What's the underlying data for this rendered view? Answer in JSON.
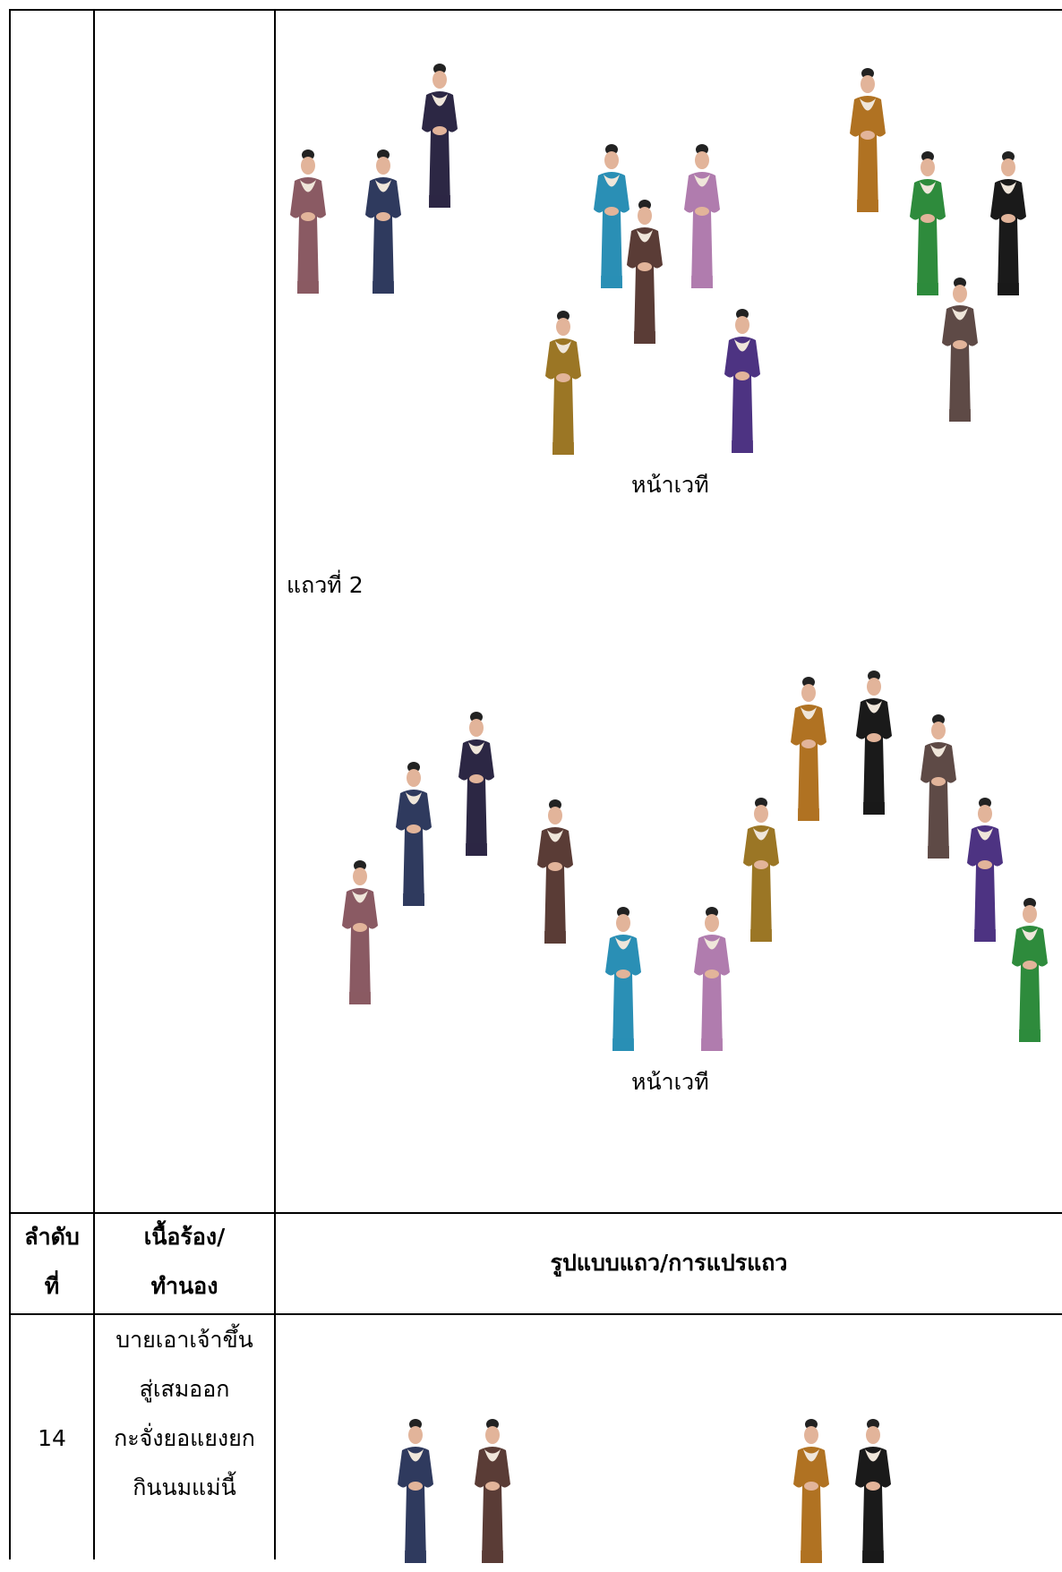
{
  "row_top": {
    "formation_1": {
      "stage_label": "หน้าเวที"
    },
    "row2_label": "แถวที่ 2",
    "formation_2": {
      "stage_label": "หน้าเวที"
    }
  },
  "header": {
    "col_order_line1": "ลำดับ",
    "col_order_line2": "ที่",
    "col_lyrics_line1": "เนื้อร้อง/",
    "col_lyrics_line2": "ทำนอง",
    "col_formation": "รูปแบบแถว/การแปรแถว"
  },
  "row_14": {
    "number": "14",
    "lyrics": [
      "บายเอาเจ้าขึ้น",
      "สู่เสมออก",
      "กะจั่งยอแยงยก",
      "กินนมแม่นี้"
    ]
  },
  "dancer_palette": {
    "rose": "#8a5a63",
    "navy": "#2f3a5e",
    "deep_navy": "#2c2744",
    "teal": "#2a8fb5",
    "brown": "#5a3c36",
    "lilac": "#b07cae",
    "ochre": "#9b7625",
    "purple": "#4d3382",
    "orange": "#b07222",
    "green": "#2e8b3c",
    "black": "#1a1a1a",
    "taupe": "#5e4a46"
  }
}
